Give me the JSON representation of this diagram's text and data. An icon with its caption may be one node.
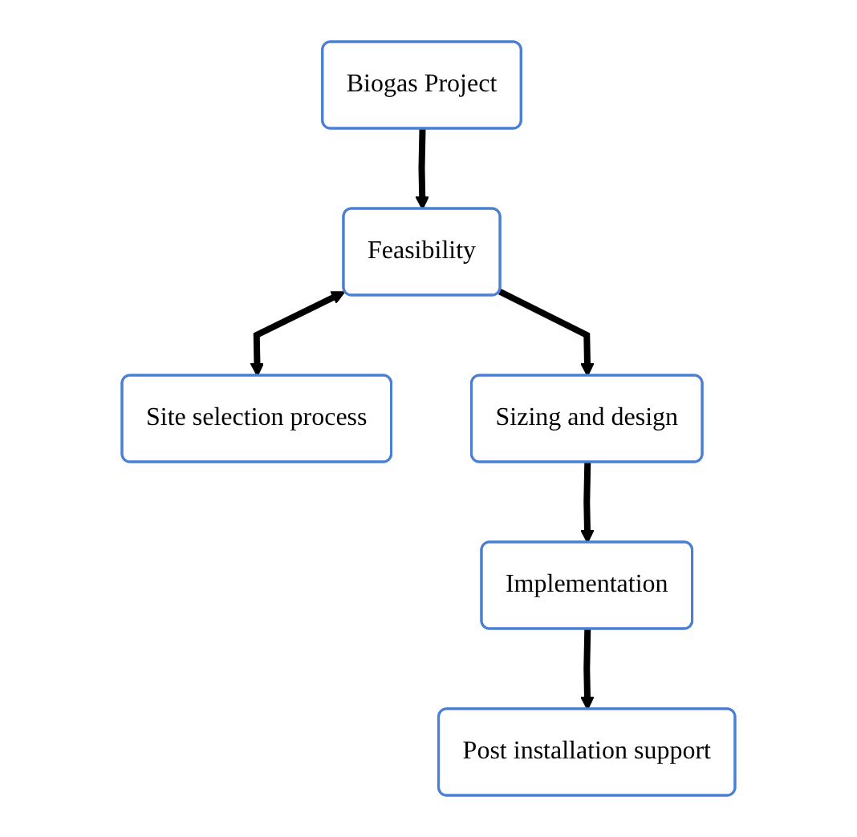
{
  "diagram": {
    "nodes": [
      {
        "text": [
          "Biogas Project"
        ]
      },
      {
        "text": [
          "Feasibility"
        ]
      },
      {
        "text": [
          "Site selection process"
        ]
      },
      {
        "text": [
          "Sizing and design"
        ]
      },
      {
        "text": [
          "Implementation"
        ]
      },
      {
        "text": [
          "Post installation support"
        ]
      }
    ],
    "edges": [
      {
        "from": 0,
        "to": 1,
        "arrow": "to"
      },
      {
        "from": 1,
        "to": 2,
        "arrow": "both"
      },
      {
        "from": 1,
        "to": 3,
        "arrow": "to"
      },
      {
        "from": 3,
        "to": 4,
        "arrow": "to"
      },
      {
        "from": 4,
        "to": 5,
        "arrow": "to"
      }
    ]
  }
}
